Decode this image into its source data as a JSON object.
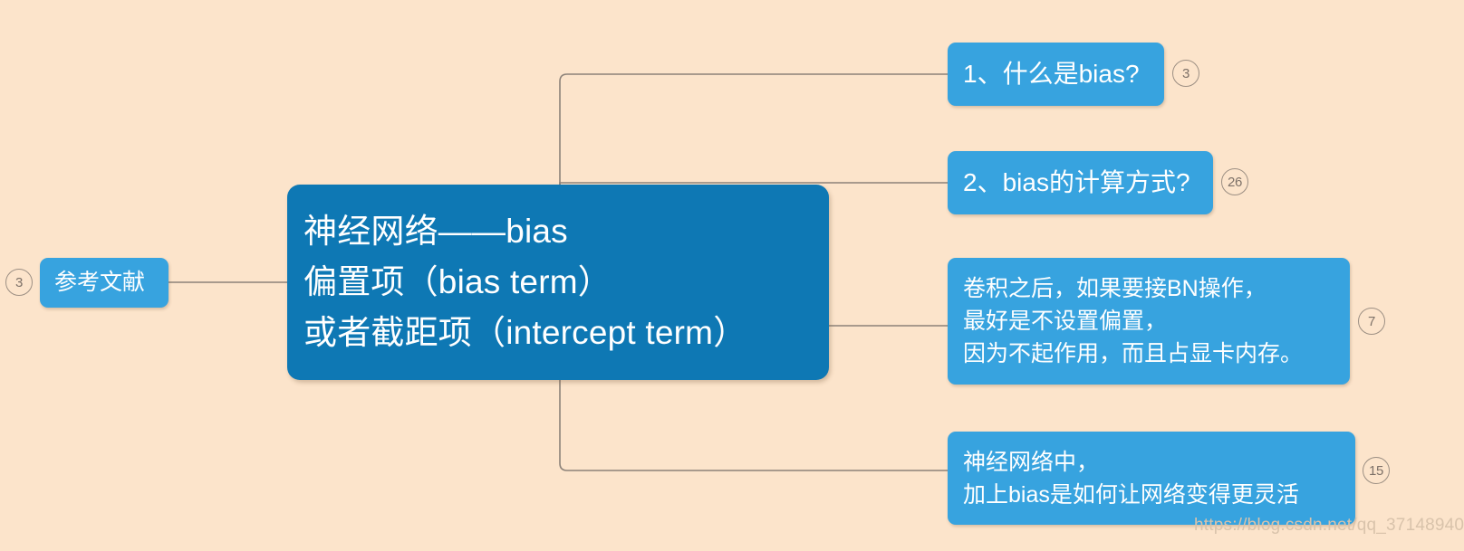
{
  "diagram": {
    "type": "mindmap",
    "background_color": "#fce4cb",
    "root": {
      "color": "#0e78b4",
      "lines": [
        "神经网络——bias",
        "偏置项（bias term）",
        "或者截距项（intercept term）"
      ]
    },
    "left_branch": {
      "color": "#37a3df",
      "badge": "3",
      "lines": [
        "参考文献"
      ]
    },
    "right_branches": [
      {
        "color": "#37a3df",
        "badge": "3",
        "lines": [
          "1、什么是bias?"
        ]
      },
      {
        "color": "#37a3df",
        "badge": "26",
        "lines": [
          "2、bias的计算方式?"
        ]
      },
      {
        "color": "#37a3df",
        "badge": "7",
        "lines": [
          "卷积之后，如果要接BN操作，",
          "最好是不设置偏置，",
          "因为不起作用，而且占显卡内存。"
        ]
      },
      {
        "color": "#37a3df",
        "badge": "15",
        "lines": [
          "神经网络中，",
          "加上bias是如何让网络变得更灵活"
        ]
      }
    ],
    "connector_color": "#8c8279"
  },
  "watermark": "https://blog.csdn.net/qq_37148940"
}
